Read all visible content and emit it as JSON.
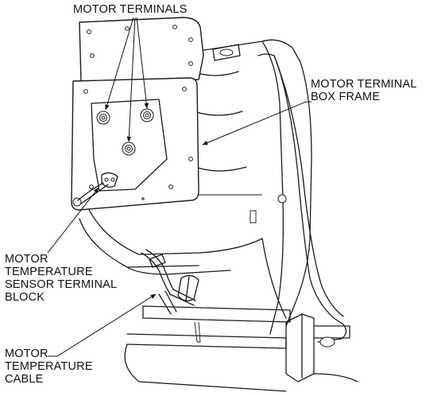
{
  "figure": {
    "callouts": {
      "motor_terminals": "MOTOR TERMINALS",
      "frame": {
        "line1": "MOTOR TERMINAL",
        "line2": "BOX FRAME"
      },
      "sensor": {
        "line1": "MOTOR",
        "line2": "TEMPERATURE",
        "line3": "SENSOR TERMINAL",
        "line4": "BLOCK"
      },
      "cable": {
        "line1": "MOTOR",
        "line2": "TEMPERATURE",
        "line3": "CABLE"
      }
    }
  },
  "icons": [
    "motor-assembly-drawing",
    "terminal-box-plate",
    "terminal-stud",
    "sensor-terminal-block",
    "temperature-cable"
  ]
}
